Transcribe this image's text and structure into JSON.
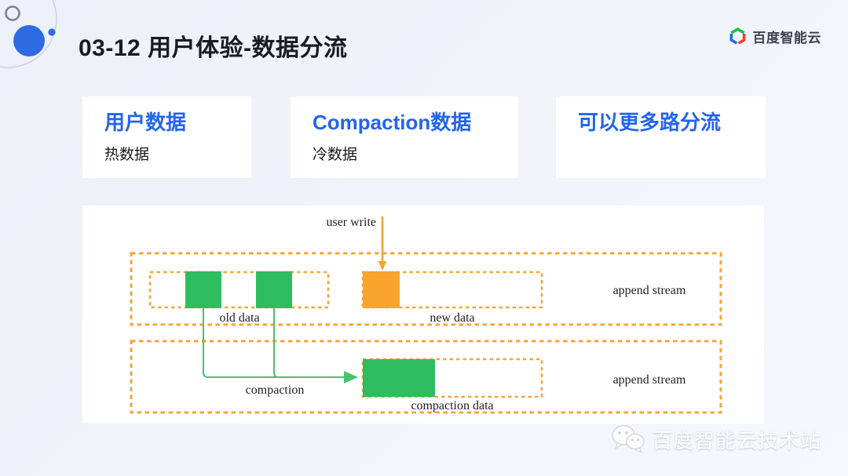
{
  "page": {
    "title": "03-12 用户体验-数据分流"
  },
  "brand": {
    "logo_text": "百度智能云"
  },
  "cards": [
    {
      "title": "用户数据",
      "subtitle": "热数据"
    },
    {
      "title": "Compaction数据",
      "subtitle": "冷数据"
    },
    {
      "title": "可以更多路分流",
      "subtitle": ""
    }
  ],
  "diagram": {
    "labels": {
      "user_write": "user write",
      "old_data": "old data",
      "new_data": "new data",
      "append_stream_top": "append stream",
      "compaction": "compaction",
      "compaction_data": "compaction data",
      "append_stream_bottom": "append stream"
    },
    "colors": {
      "dash_orange": "#F5A63C",
      "block_orange": "#F7A52D",
      "block_green": "#2EBD5E",
      "line_green": "#4CC06E"
    }
  },
  "watermark": {
    "text": "百度智能云技术站",
    "icon": "wechat-icon"
  },
  "colors": {
    "accent_blue": "#2364EE",
    "title_black": "#1B1C20",
    "background": "#EFF2F9",
    "surface_white": "#FFFFFF",
    "decor_blue": "#2E6BE1"
  }
}
